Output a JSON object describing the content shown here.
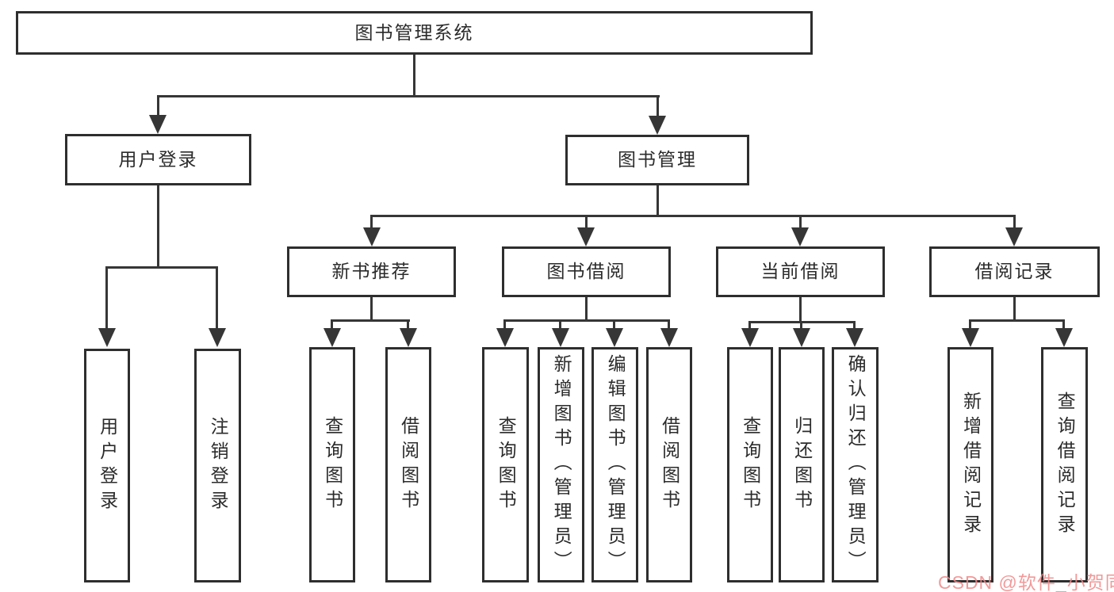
{
  "diagram": {
    "type": "hierarchy-tree",
    "title": "图书管理系统",
    "nodes": {
      "root": "图书管理系统",
      "user_login_branch": "用户登录",
      "book_mgmt_branch": "图书管理",
      "user_login_leaf": "用户登录",
      "logout_leaf": "注销登录",
      "new_book_recommend": "新书推荐",
      "book_borrow": "图书借阅",
      "current_borrow": "当前借阅",
      "borrow_records": "借阅记录",
      "nbr_query_books": "查询图书",
      "nbr_borrow_books": "借阅图书",
      "bb_query_books": "查询图书",
      "bb_add_books_admin": "新增图书（管理员）",
      "bb_edit_books_admin": "编辑图书（管理员）",
      "bb_borrow_books": "借阅图书",
      "cb_query_books": "查询图书",
      "cb_return_books": "归还图书",
      "cb_confirm_return_admin": "确认归还（管理员）",
      "br_add_record": "新增借阅记录",
      "br_query_record": "查询借阅记录"
    },
    "edges": [
      [
        "图书管理系统",
        "用户登录"
      ],
      [
        "图书管理系统",
        "图书管理"
      ],
      [
        "用户登录",
        "用户登录(叶)"
      ],
      [
        "用户登录",
        "注销登录"
      ],
      [
        "图书管理",
        "新书推荐"
      ],
      [
        "图书管理",
        "图书借阅"
      ],
      [
        "图书管理",
        "当前借阅"
      ],
      [
        "图书管理",
        "借阅记录"
      ],
      [
        "新书推荐",
        "查询图书"
      ],
      [
        "新书推荐",
        "借阅图书"
      ],
      [
        "图书借阅",
        "查询图书"
      ],
      [
        "图书借阅",
        "新增图书（管理员）"
      ],
      [
        "图书借阅",
        "编辑图书（管理员）"
      ],
      [
        "图书借阅",
        "借阅图书"
      ],
      [
        "当前借阅",
        "查询图书"
      ],
      [
        "当前借阅",
        "归还图书"
      ],
      [
        "当前借阅",
        "确认归还（管理员）"
      ],
      [
        "借阅记录",
        "新增借阅记录"
      ],
      [
        "借阅记录",
        "查询借阅记录"
      ]
    ]
  },
  "watermark": "CSDN @软件_小贺同学",
  "colors": {
    "line": "#363636",
    "box_border": "#2e2e2e",
    "box_background": "#ffffff",
    "text": "#2b2b2b",
    "watermark": "#f08888",
    "page_background": "#ffffff"
  }
}
